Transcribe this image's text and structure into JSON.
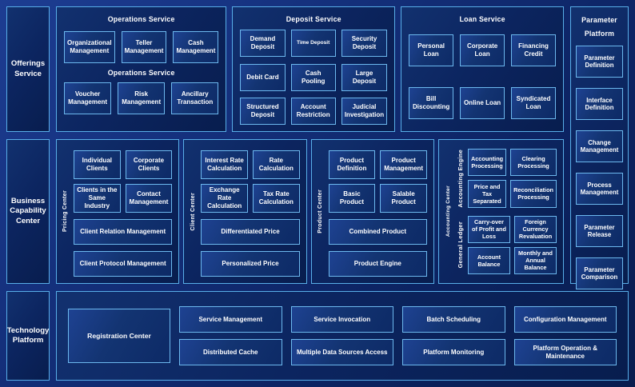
{
  "palette": {
    "background_top": "#1d3d92",
    "background_bottom": "#081c4e",
    "panel_border": "#58aee8",
    "box_border": "#6cb8ee",
    "text": "#ffffff"
  },
  "left_rail": {
    "offerings": "Offerings Service",
    "business": "Business Capability Center",
    "technology": "Technology Platform"
  },
  "operations": {
    "title": "Operations Service",
    "mid_title": "Operations Service",
    "row1": [
      "Organizational Management",
      "Teller Management",
      "Cash Management"
    ],
    "row2": [
      "Voucher Management",
      "Risk Management",
      "Ancillary Transaction"
    ]
  },
  "deposit": {
    "title": "Deposit Service",
    "rows": [
      [
        "Demand Deposit",
        "Time Deposit",
        "Security Deposit"
      ],
      [
        "Debit Card",
        "Cash Pooling",
        "Large Deposit"
      ],
      [
        "Structured Deposit",
        "Account Restriction",
        "Judicial Investigation"
      ]
    ]
  },
  "loan": {
    "title": "Loan Service",
    "rows": [
      [
        "Personal Loan",
        "Corporate Loan",
        "Financing Credit"
      ],
      [
        "Bill Discounting",
        "Online Loan",
        "Syndicated Loan"
      ]
    ]
  },
  "parameter_platform": {
    "title": "Parameter Platform",
    "items": [
      "Parameter Definition",
      "Interface Definition",
      "Change Management",
      "Process Management",
      "Parameter Release",
      "Parameter Comparison"
    ]
  },
  "centers": {
    "pricing": {
      "label": "Pricing Center",
      "grid": [
        "Individual Clients",
        "Corporate Clients",
        "Clients in the Same Industry",
        "Contact Management"
      ],
      "wide": [
        "Client Relation Management",
        "Client Protocol Management"
      ]
    },
    "client": {
      "label": "Client Center",
      "grid": [
        "Interest Rate Calculation",
        "Rate Calculation",
        "Exchange Rate Calculation",
        "Tax Rate Calculation"
      ],
      "wide": [
        "Differentiated Price",
        "Personalized Price"
      ]
    },
    "product": {
      "label": "Product Center",
      "grid": [
        "Product Definition",
        "Product Management",
        "Basic Product",
        "Salable Product"
      ],
      "wide": [
        "Combined Product",
        "Product Engine"
      ]
    },
    "accounting": {
      "label": "Accounting Center",
      "engine": {
        "label": "Accounting Engine",
        "grid": [
          "Accounting Processing",
          "Clearing Processing",
          "Price and Tax Separated",
          "Reconciliation Processing"
        ]
      },
      "ledger": {
        "label": "General Ledger",
        "grid": [
          "Carry-over of Profit and Loss",
          "Foreign Currency Revaluation",
          "Account Balance",
          "Monthly and Annual Balance"
        ]
      }
    }
  },
  "technology": {
    "registration": "Registration Center",
    "columns": [
      [
        "Service Management",
        "Distributed Cache"
      ],
      [
        "Service Invocation",
        "Multiple Data Sources Access"
      ],
      [
        "Batch Scheduling",
        "Platform Monitoring"
      ],
      [
        "Configuration Management",
        "Platform Operation & Maintenance"
      ]
    ]
  }
}
